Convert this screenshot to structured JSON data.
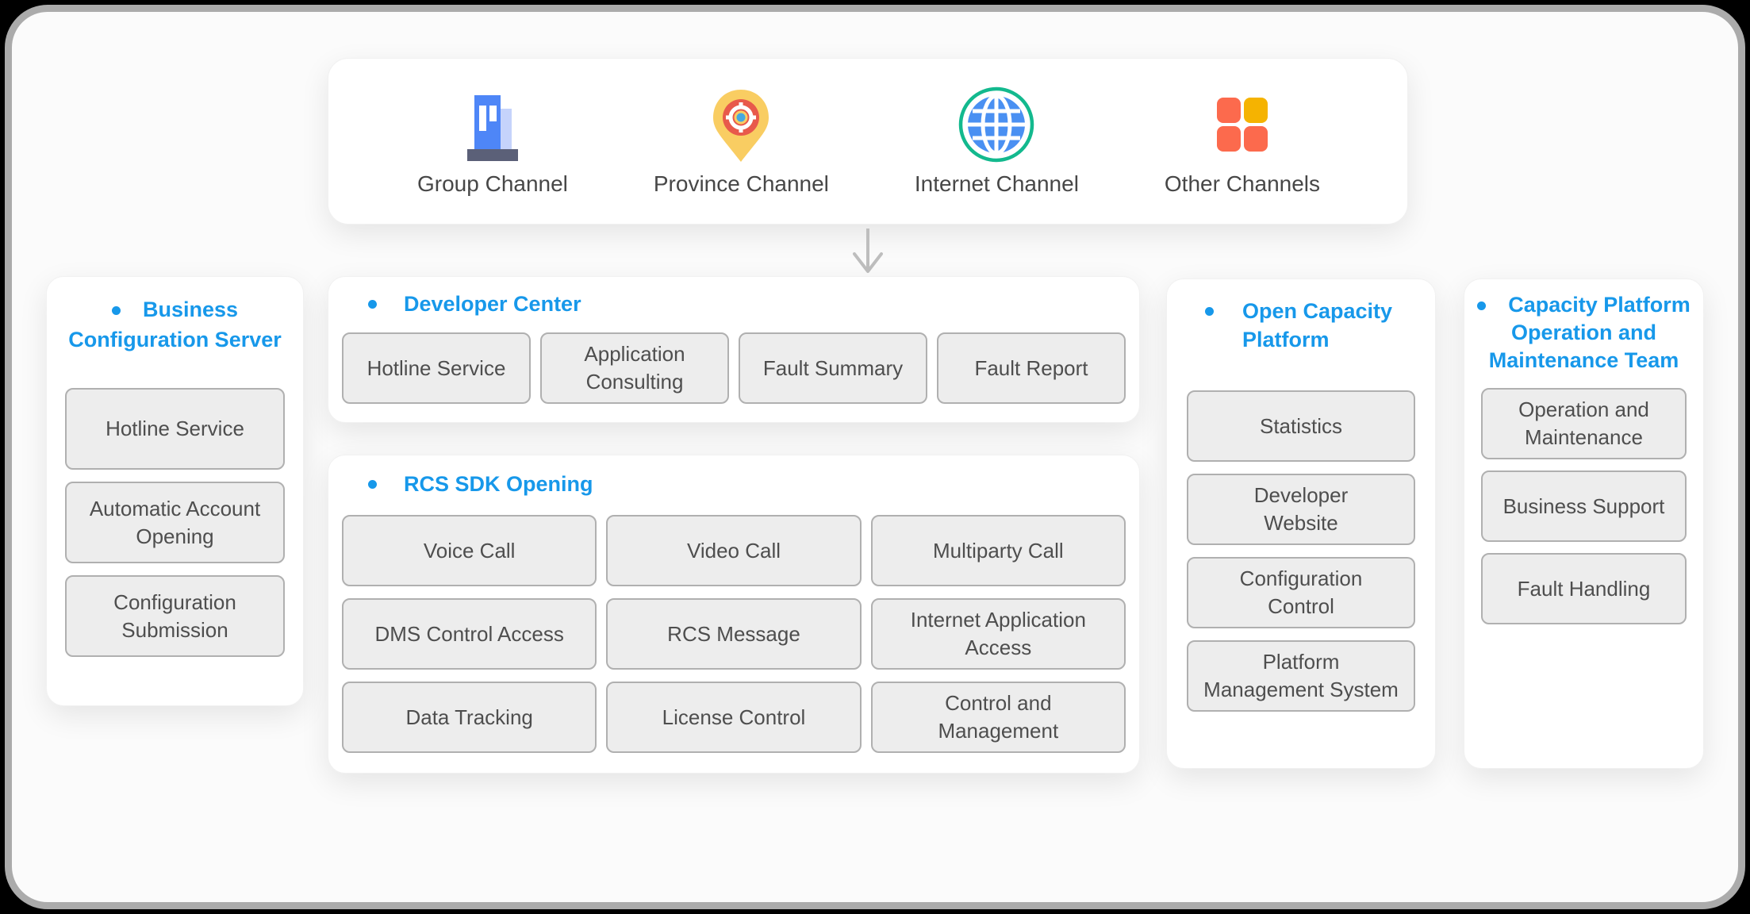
{
  "colors": {
    "accent_blue": "#1798EA",
    "button_bg": "#EDEDED",
    "button_border": "#B0B0B0",
    "button_text": "#4E4E4E",
    "arrow_gray": "#BEBEBE",
    "frame_border": "#ABABAB"
  },
  "channels": {
    "items": [
      {
        "icon": "building-icon",
        "label": "Group Channel"
      },
      {
        "icon": "map-pin-icon",
        "label": "Province Channel"
      },
      {
        "icon": "globe-icon",
        "label": "Internet Channel"
      },
      {
        "icon": "app-grid-icon",
        "label": "Other Channels"
      }
    ]
  },
  "cards": {
    "business_configuration_server": {
      "title_lines": [
        "Business",
        "Configuration Server"
      ],
      "items": [
        "Hotline Service",
        [
          "Automatic Account",
          "Opening"
        ],
        [
          "Configuration",
          "Submission"
        ]
      ]
    },
    "developer_center": {
      "title": "Developer Center",
      "items": [
        "Hotline Service",
        [
          "Application",
          "Consulting"
        ],
        "Fault Summary",
        "Fault Report"
      ]
    },
    "rcs_sdk_opening": {
      "title": "RCS SDK Opening",
      "items": [
        "Voice Call",
        "Video Call",
        "Multiparty Call",
        "DMS Control Access",
        "RCS Message",
        [
          "Internet Application",
          "Access"
        ],
        "Data Tracking",
        "License Control",
        [
          "Control and",
          "Management"
        ]
      ]
    },
    "open_capacity_platform": {
      "title_lines": [
        "Open Capacity",
        "Platform"
      ],
      "items": [
        "Statistics",
        [
          "Developer",
          "Website"
        ],
        [
          "Configuration",
          "Control"
        ],
        [
          "Platform",
          "Management System"
        ]
      ]
    },
    "capacity_platform_om_team": {
      "title_lines": [
        "Capacity Platform",
        "Operation and",
        "Maintenance Team"
      ],
      "items": [
        [
          "Operation and",
          "Maintenance"
        ],
        "Business Support",
        "Fault Handling"
      ]
    }
  }
}
